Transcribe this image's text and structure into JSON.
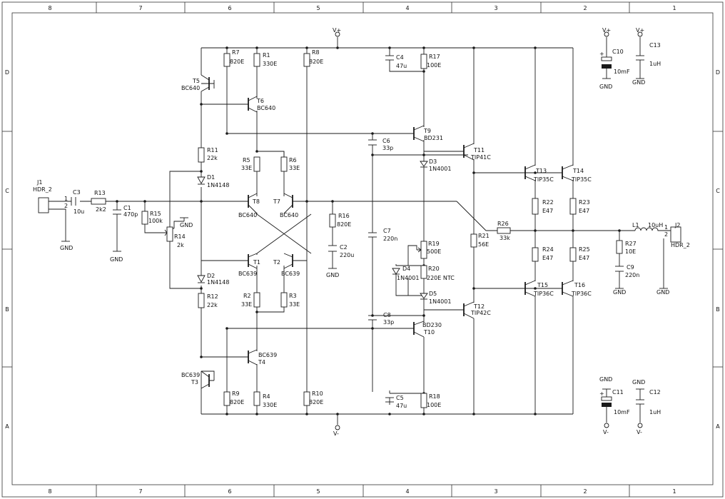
{
  "frame": {
    "columns": [
      "8",
      "7",
      "6",
      "5",
      "4",
      "3",
      "2",
      "1"
    ],
    "rows": [
      "D",
      "C",
      "B",
      "A"
    ]
  },
  "rails": {
    "vplus": "V+",
    "vminus": "V-",
    "gnd": "GND"
  },
  "connectors": {
    "j1": {
      "ref": "J1",
      "part": "HDR_2",
      "pin1": "1",
      "pin2": "2"
    },
    "j2": {
      "ref": "J2",
      "part": "HDR_2",
      "pin1": "1",
      "pin2": "2"
    }
  },
  "components": {
    "C3": {
      "ref": "C3",
      "value": "10u"
    },
    "R13": {
      "ref": "R13",
      "value": "2k2"
    },
    "C1": {
      "ref": "C1",
      "value": "470p"
    },
    "R15": {
      "ref": "R15",
      "value": "100k"
    },
    "R14": {
      "ref": "R14",
      "value": "2k"
    },
    "R7": {
      "ref": "R7",
      "value": "820E"
    },
    "R1": {
      "ref": "R1",
      "value": "330E"
    },
    "R8": {
      "ref": "R8",
      "value": "820E"
    },
    "R11": {
      "ref": "R11",
      "value": "22k"
    },
    "D1": {
      "ref": "D1",
      "value": "1N4148"
    },
    "R5": {
      "ref": "R5",
      "value": "33E"
    },
    "R6": {
      "ref": "R6",
      "value": "33E"
    },
    "R16": {
      "ref": "R16",
      "value": "820E"
    },
    "C2": {
      "ref": "C2",
      "value": "220u"
    },
    "D2": {
      "ref": "D2",
      "value": "1N4148"
    },
    "R12": {
      "ref": "R12",
      "value": "22k"
    },
    "R2": {
      "ref": "R2",
      "value": "33E"
    },
    "R3": {
      "ref": "R3",
      "value": "33E"
    },
    "R9": {
      "ref": "R9",
      "value": "820E"
    },
    "R4": {
      "ref": "R4",
      "value": "330E"
    },
    "R10": {
      "ref": "R10",
      "value": "820E"
    },
    "C4": {
      "ref": "C4",
      "value": "47u"
    },
    "R17": {
      "ref": "R17",
      "value": "100E"
    },
    "C6": {
      "ref": "C6",
      "value": "33p"
    },
    "D3": {
      "ref": "D3",
      "value": "1N4001"
    },
    "C7": {
      "ref": "C7",
      "value": "220n"
    },
    "R19": {
      "ref": "R19",
      "value": "500E"
    },
    "D4": {
      "ref": "D4",
      "value": "1N4001"
    },
    "R20": {
      "ref": "R20",
      "value": "220E NTC"
    },
    "D5": {
      "ref": "D5",
      "value": "1N4001"
    },
    "C8": {
      "ref": "C8",
      "value": "33p"
    },
    "C5": {
      "ref": "C5",
      "value": "47u"
    },
    "R18": {
      "ref": "R18",
      "value": "100E"
    },
    "R21": {
      "ref": "R21",
      "value": "56E"
    },
    "R26": {
      "ref": "R26",
      "value": "33k"
    },
    "R22": {
      "ref": "R22",
      "value": "E47"
    },
    "R23": {
      "ref": "R23",
      "value": "E47"
    },
    "R24": {
      "ref": "R24",
      "value": "E47"
    },
    "R25": {
      "ref": "R25",
      "value": "E47"
    },
    "L1": {
      "ref": "L1",
      "value": "10uH"
    },
    "R27": {
      "ref": "R27",
      "value": "10E"
    },
    "C9": {
      "ref": "C9",
      "value": "220n"
    },
    "C10": {
      "ref": "C10",
      "value": "10mF"
    },
    "C13": {
      "ref": "C13",
      "value": "1uH"
    },
    "C11": {
      "ref": "C11",
      "value": "10mF"
    },
    "C12": {
      "ref": "C12",
      "value": "1uH"
    }
  },
  "transistors": {
    "T1": {
      "ref": "T1",
      "part": "BC639"
    },
    "T2": {
      "ref": "T2",
      "part": "BC639"
    },
    "T3": {
      "ref": "T3",
      "part": "BC639"
    },
    "T4": {
      "ref": "T4",
      "part": "BC639"
    },
    "T5": {
      "ref": "T5",
      "part": "BC640"
    },
    "T6": {
      "ref": "T6",
      "part": "BC640"
    },
    "T7": {
      "ref": "T7",
      "part": "BC640"
    },
    "T8": {
      "ref": "T8",
      "part": "BC640"
    },
    "T9": {
      "ref": "T9",
      "part": "BD231"
    },
    "T10": {
      "ref": "T10",
      "part": "BD230"
    },
    "T11": {
      "ref": "T11",
      "part": "TIP41C"
    },
    "T12": {
      "ref": "T12",
      "part": "TIP42C"
    },
    "T13": {
      "ref": "T13",
      "part": "TIP35C"
    },
    "T14": {
      "ref": "T14",
      "part": "TIP35C"
    },
    "T15": {
      "ref": "T15",
      "part": "TIP36C"
    },
    "T16": {
      "ref": "T16",
      "part": "TIP36C"
    }
  }
}
